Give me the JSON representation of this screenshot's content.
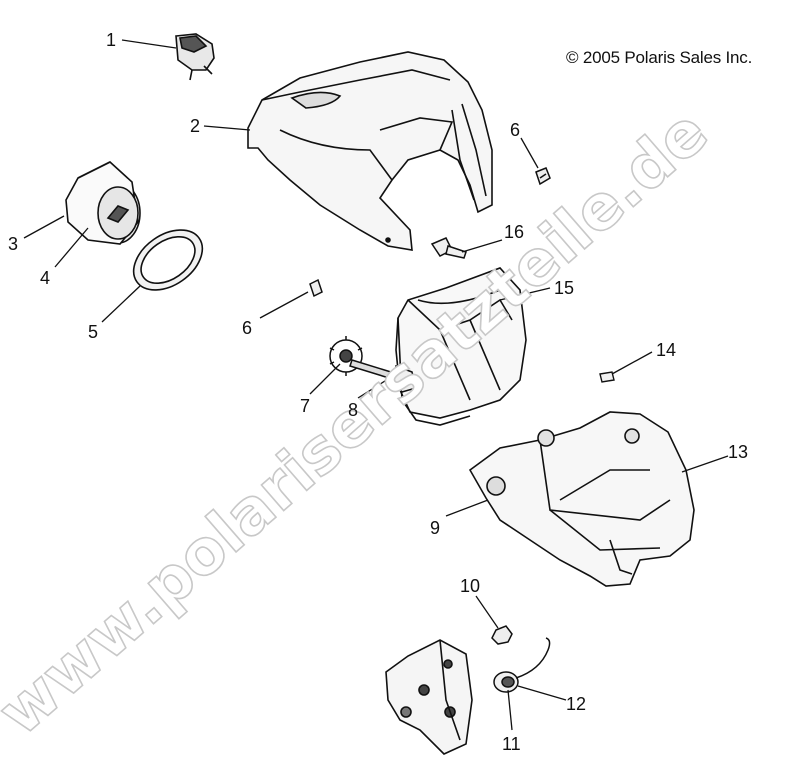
{
  "copyright": "© 2005 Polaris Sales Inc.",
  "watermark": "www.polarisersatzteile.de",
  "callouts": [
    {
      "id": "c1",
      "text": "1"
    },
    {
      "id": "c2",
      "text": "2"
    },
    {
      "id": "c3",
      "text": "3"
    },
    {
      "id": "c4",
      "text": "4"
    },
    {
      "id": "c5",
      "text": "5"
    },
    {
      "id": "c6a",
      "text": "6"
    },
    {
      "id": "c6b",
      "text": "6"
    },
    {
      "id": "c7",
      "text": "7"
    },
    {
      "id": "c8",
      "text": "8"
    },
    {
      "id": "c9",
      "text": "9"
    },
    {
      "id": "c10",
      "text": "10"
    },
    {
      "id": "c11",
      "text": "11"
    },
    {
      "id": "c12",
      "text": "12"
    },
    {
      "id": "c13",
      "text": "13"
    },
    {
      "id": "c14",
      "text": "14"
    },
    {
      "id": "c15",
      "text": "15"
    },
    {
      "id": "c16",
      "text": "16"
    }
  ]
}
